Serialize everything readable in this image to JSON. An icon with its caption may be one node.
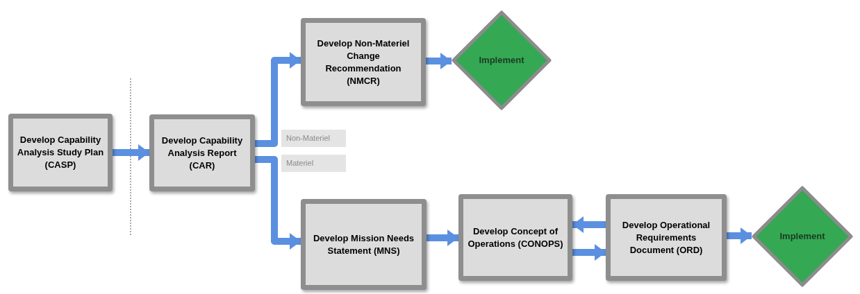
{
  "diagram": {
    "nodes": [
      {
        "text": [
          "Develop Capability Analysis Study Plan (CASP)"
        ]
      },
      {
        "text": [
          "Develop Capability Analysis Report (CAR)"
        ]
      },
      {
        "text": [
          "Develop Non-Materiel Change Recommendation (NMCR)"
        ]
      },
      {
        "text": [
          "Implement"
        ]
      },
      {
        "text": [
          "Develop Mission Needs Statement (MNS)"
        ]
      },
      {
        "text": [
          "Develop Concept of Operations (CONOPS)"
        ]
      },
      {
        "text": [
          "Develop Operational Requirements Document (ORD)"
        ]
      },
      {
        "text": [
          "Implement"
        ]
      }
    ],
    "edges": [
      {
        "from": 0,
        "to": 1,
        "arrow": "to"
      },
      {
        "from": 1,
        "to": 2,
        "arrow": "to",
        "label": "Non-Materiel"
      },
      {
        "from": 1,
        "to": 4,
        "arrow": "to",
        "label": "Materiel"
      },
      {
        "from": 2,
        "to": 3,
        "arrow": "to"
      },
      {
        "from": 4,
        "to": 5,
        "arrow": "to"
      },
      {
        "from": 6,
        "to": 5,
        "arrow": "to"
      },
      {
        "from": 5,
        "to": 6,
        "arrow": "to"
      },
      {
        "from": 6,
        "to": 7,
        "arrow": "to"
      }
    ]
  }
}
